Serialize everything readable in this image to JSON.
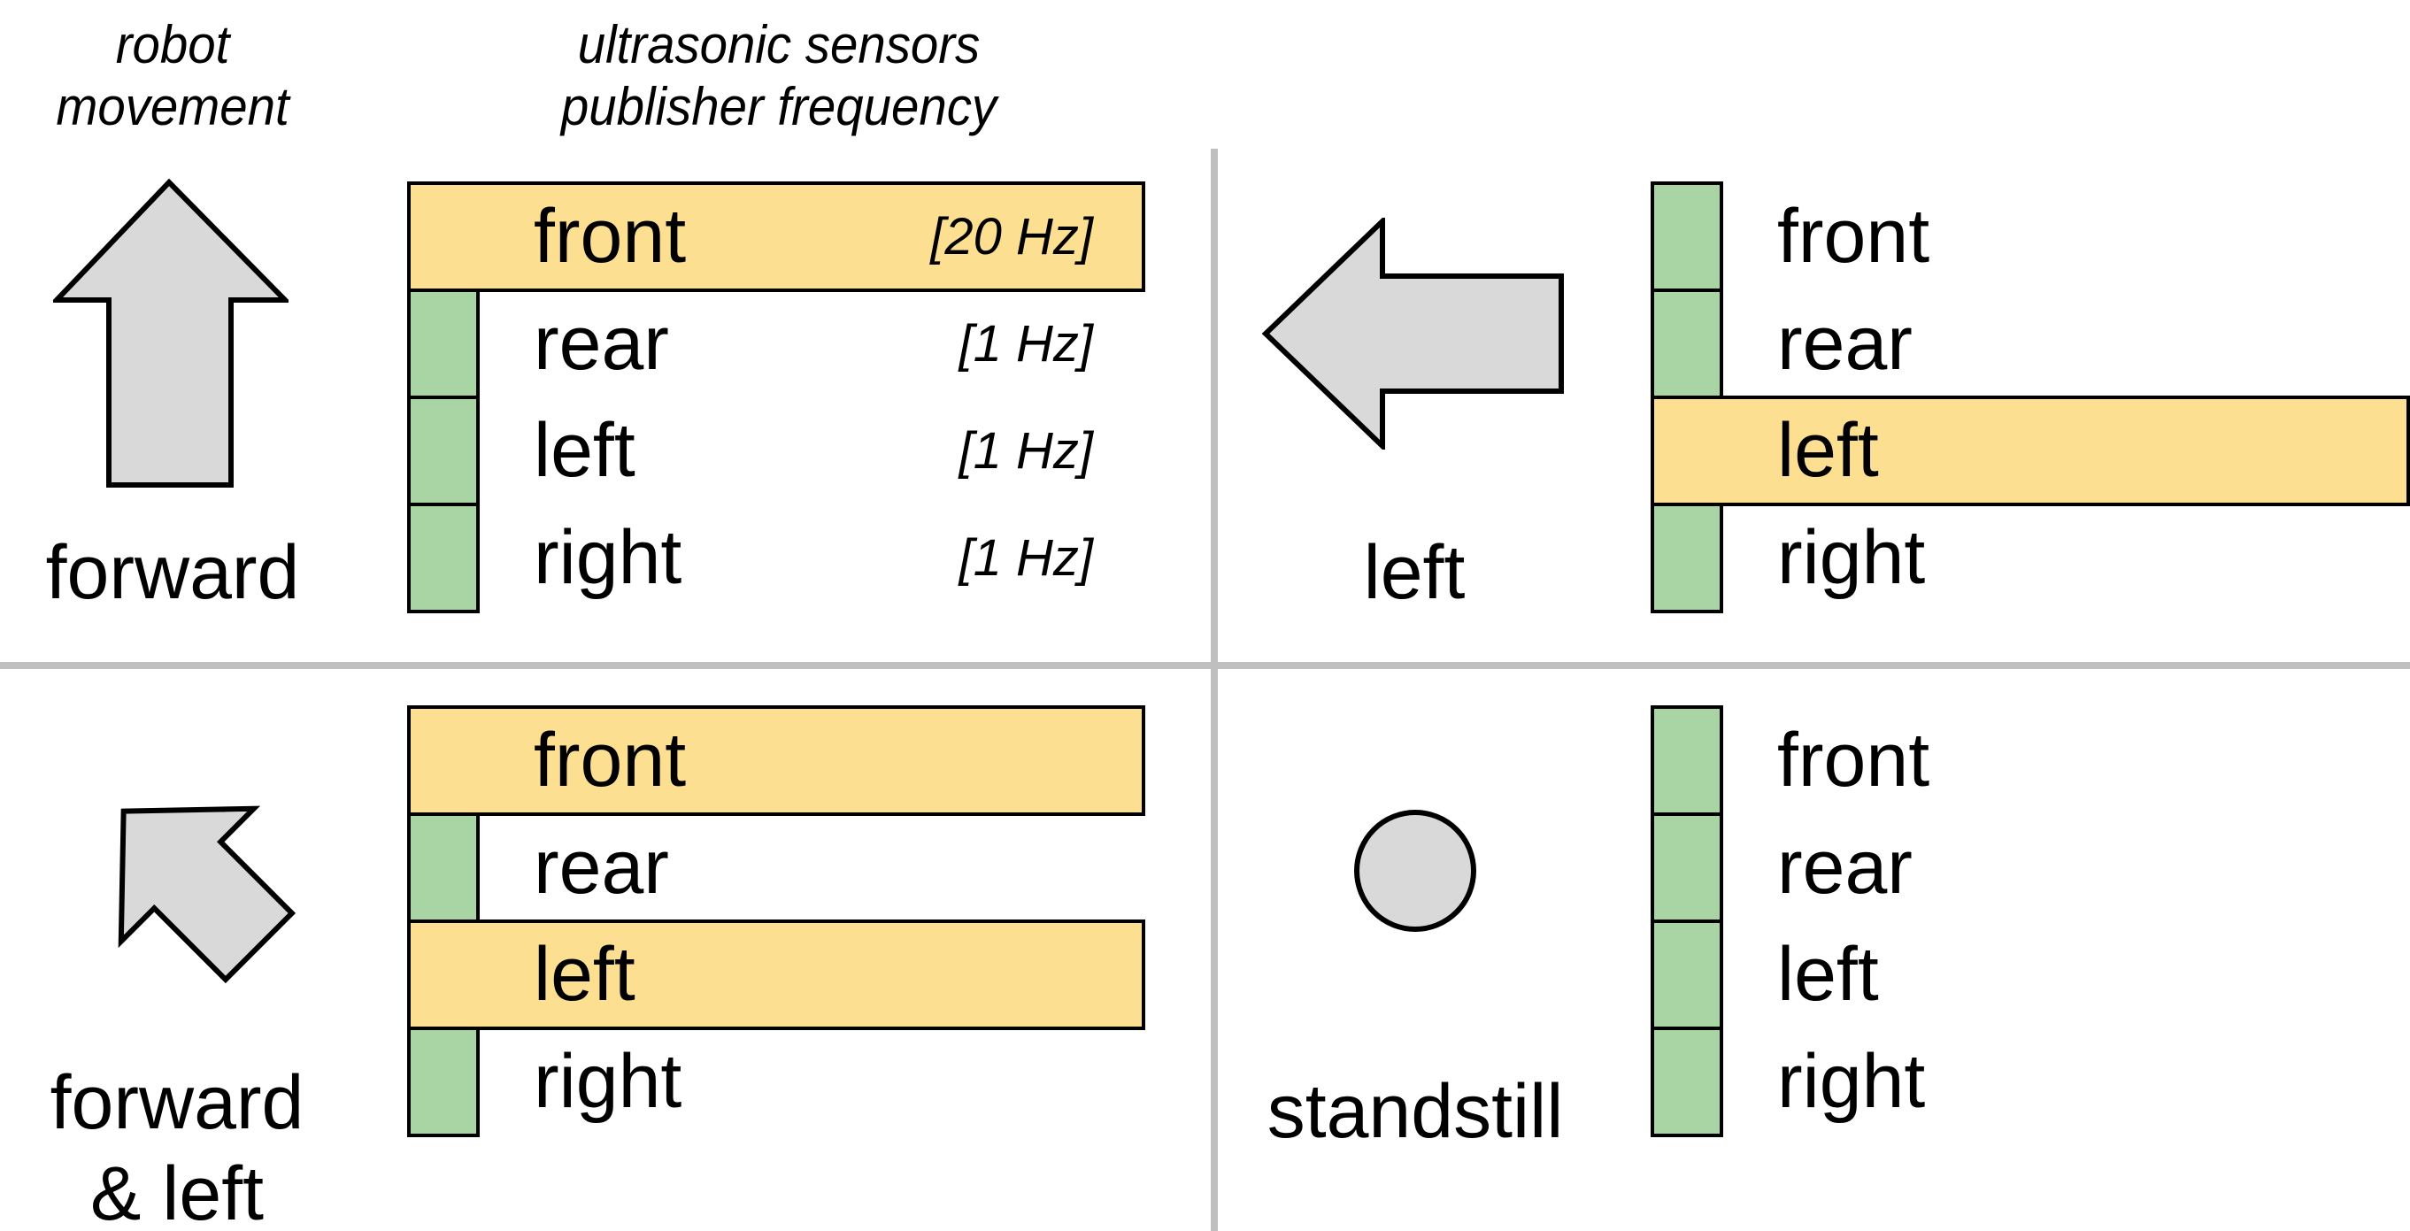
{
  "headers": {
    "movement": {
      "line1": "robot",
      "line2": "movement"
    },
    "sensors": {
      "line1": "ultrasonic sensors",
      "line2": "publisher frequency"
    }
  },
  "colors": {
    "bar_high": "#FCDF90",
    "bar_low": "#A8D5A3",
    "bar_border": "#000000",
    "arrow_fill": "#D9D9D9",
    "arrow_stroke": "#000000",
    "divider": "#BFBFBF"
  },
  "quadrants": [
    {
      "movement": {
        "label_line1": "forward",
        "symbol": "arrow-up"
      },
      "sensors": [
        {
          "name": "front",
          "frequency": "[20 Hz]",
          "level": "high"
        },
        {
          "name": "rear",
          "frequency": "[1 Hz]",
          "level": "low"
        },
        {
          "name": "left",
          "frequency": "[1 Hz]",
          "level": "low"
        },
        {
          "name": "right",
          "frequency": "[1 Hz]",
          "level": "low"
        }
      ]
    },
    {
      "movement": {
        "label_line1": "left",
        "symbol": "arrow-left"
      },
      "sensors": [
        {
          "name": "front",
          "level": "low"
        },
        {
          "name": "rear",
          "level": "low"
        },
        {
          "name": "left",
          "level": "high"
        },
        {
          "name": "right",
          "level": "low"
        }
      ]
    },
    {
      "movement": {
        "label_line1": "forward",
        "label_line2": "& left",
        "symbol": "arrow-up-left"
      },
      "sensors": [
        {
          "name": "front",
          "level": "high"
        },
        {
          "name": "rear",
          "level": "low"
        },
        {
          "name": "left",
          "level": "high"
        },
        {
          "name": "right",
          "level": "low"
        }
      ]
    },
    {
      "movement": {
        "label_line1": "standstill",
        "symbol": "circle"
      },
      "sensors": [
        {
          "name": "front",
          "level": "low"
        },
        {
          "name": "rear",
          "level": "low"
        },
        {
          "name": "left",
          "level": "low"
        },
        {
          "name": "right",
          "level": "low"
        }
      ]
    }
  ]
}
